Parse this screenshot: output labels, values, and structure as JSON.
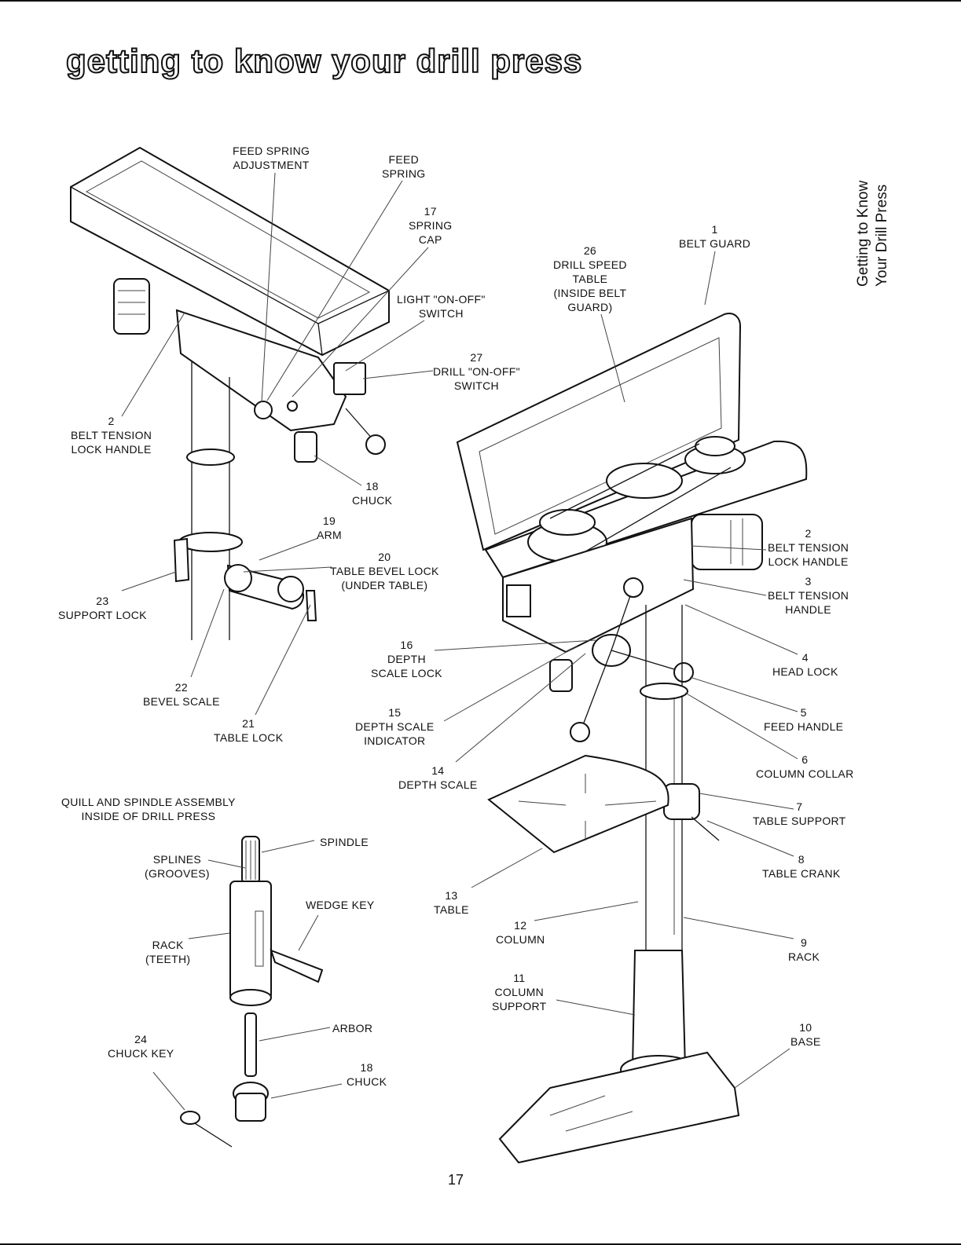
{
  "page": {
    "title": "getting to know your drill press",
    "side_tab": [
      "Getting to Know",
      "Your Drill Press"
    ],
    "page_number": "17"
  },
  "callouts": [
    {
      "id": "feed-spring-adjustment",
      "text": "FEED SPRING\nADJUSTMENT"
    },
    {
      "id": "feed-spring",
      "text": "FEED\nSPRING"
    },
    {
      "id": "spring-cap",
      "text": "17\nSPRING\nCAP"
    },
    {
      "id": "light-switch",
      "text": "LIGHT \"ON-OFF\"\nSWITCH"
    },
    {
      "id": "drill-speed-table",
      "text": "26\nDRILL SPEED\nTABLE\n(INSIDE BELT\nGUARD)"
    },
    {
      "id": "belt-guard",
      "text": "1\nBELT GUARD"
    },
    {
      "id": "drill-switch",
      "text": "27\nDRILL \"ON-OFF\"\nSWITCH"
    },
    {
      "id": "belt-tension-lock-handle-left",
      "text": "2\nBELT TENSION\nLOCK HANDLE"
    },
    {
      "id": "chuck-top",
      "text": "18\nCHUCK"
    },
    {
      "id": "arm",
      "text": "19\nARM"
    },
    {
      "id": "table-bevel-lock",
      "text": "20\nTABLE BEVEL LOCK\n(UNDER TABLE)"
    },
    {
      "id": "support-lock",
      "text": "23\nSUPPORT LOCK"
    },
    {
      "id": "bevel-scale",
      "text": "22\nBEVEL SCALE"
    },
    {
      "id": "table-lock",
      "text": "21\nTABLE LOCK"
    },
    {
      "id": "belt-tension-lock-handle-right",
      "text": "2\nBELT TENSION\nLOCK HANDLE"
    },
    {
      "id": "belt-tension-handle",
      "text": "3\nBELT TENSION\nHANDLE"
    },
    {
      "id": "head-lock",
      "text": "4\nHEAD LOCK"
    },
    {
      "id": "depth-scale-lock",
      "text": "16\nDEPTH\nSCALE LOCK"
    },
    {
      "id": "depth-scale-indicator",
      "text": "15\nDEPTH SCALE\nINDICATOR"
    },
    {
      "id": "feed-handle",
      "text": "5\nFEED HANDLE"
    },
    {
      "id": "column-collar",
      "text": "6\nCOLUMN COLLAR"
    },
    {
      "id": "depth-scale",
      "text": "14\nDEPTH SCALE"
    },
    {
      "id": "table-support",
      "text": "7\nTABLE SUPPORT"
    },
    {
      "id": "table-crank",
      "text": "8\nTABLE CRANK"
    },
    {
      "id": "quill-spindle-assembly",
      "text": "QUILL AND SPINDLE ASSEMBLY\nINSIDE OF DRILL PRESS"
    },
    {
      "id": "spindle",
      "text": "SPINDLE"
    },
    {
      "id": "splines",
      "text": "SPLINES\n(GROOVES)"
    },
    {
      "id": "wedge-key",
      "text": "WEDGE KEY"
    },
    {
      "id": "rack-teeth",
      "text": "RACK\n(TEETH)"
    },
    {
      "id": "table",
      "text": "13\nTABLE"
    },
    {
      "id": "column",
      "text": "12\nCOLUMN"
    },
    {
      "id": "rack",
      "text": "9\nRACK"
    },
    {
      "id": "column-support",
      "text": "11\nCOLUMN\nSUPPORT"
    },
    {
      "id": "base",
      "text": "10\nBASE"
    },
    {
      "id": "arbor",
      "text": "ARBOR"
    },
    {
      "id": "chuck-key",
      "text": "24\nCHUCK KEY"
    },
    {
      "id": "chuck-bottom",
      "text": "18\nCHUCK"
    }
  ]
}
